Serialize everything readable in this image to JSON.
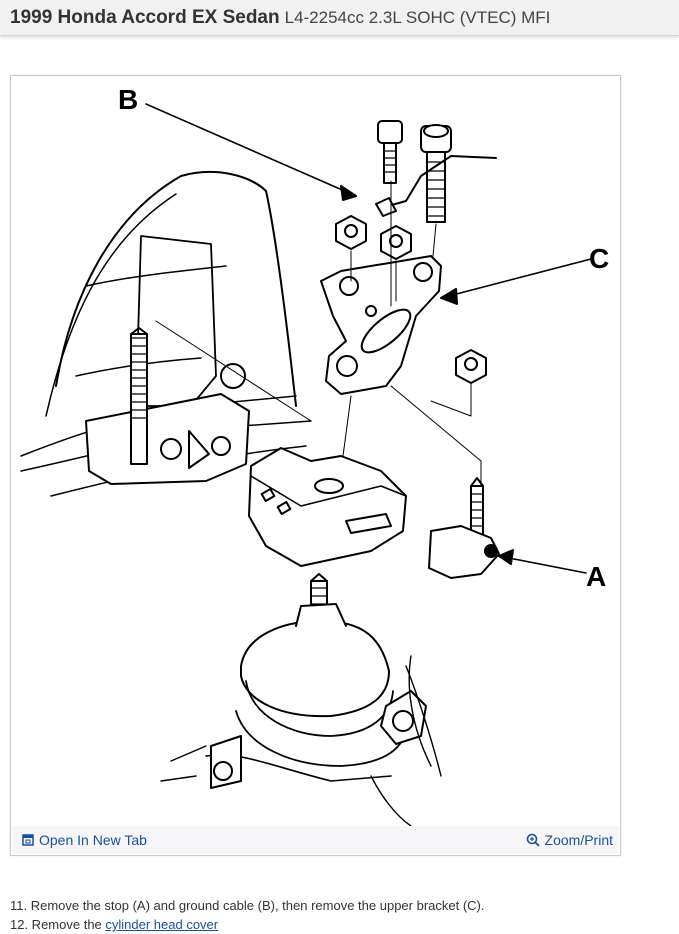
{
  "header": {
    "vehicle": "1999 Honda Accord EX Sedan",
    "engine": "L4-2254cc 2.3L SOHC (VTEC) MFI"
  },
  "figure": {
    "labels": {
      "a": "A",
      "b": "B",
      "c": "C"
    },
    "open_tab_label": "Open In New Tab",
    "zoom_label": "Zoom/Print",
    "icons": {
      "open": "open-in-new-tab-icon",
      "zoom": "zoom-in-icon"
    }
  },
  "steps": {
    "step11": "11. Remove the stop (A) and ground cable (B), then remove the upper bracket (C).",
    "step12_prefix": "12. Remove the ",
    "step12_link": "cylinder head cover"
  },
  "colors": {
    "link": "#1a4f9c",
    "header_bg": "#f1f1f1"
  }
}
